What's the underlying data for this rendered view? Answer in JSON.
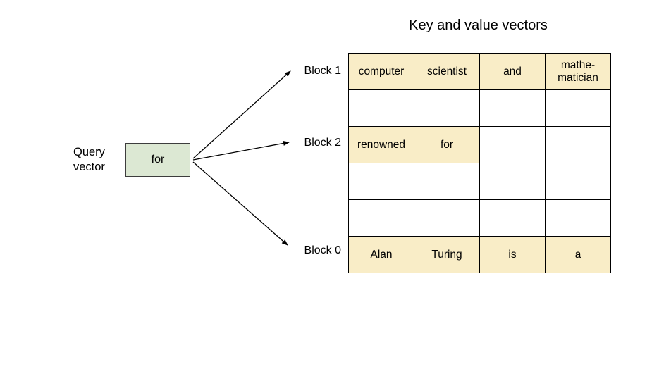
{
  "title": "Key and value vectors",
  "query": {
    "label": "Query\nvector",
    "value": "for"
  },
  "grid": {
    "columns": 4,
    "rows": [
      {
        "label": "Block 1",
        "cells": [
          "computer",
          "scientist",
          "and",
          "mathe-\nmatician"
        ]
      },
      {
        "label": "",
        "cells": [
          "",
          "",
          "",
          ""
        ]
      },
      {
        "label": "Block 2",
        "cells": [
          "renowned",
          "for",
          "",
          ""
        ]
      },
      {
        "label": "",
        "cells": [
          "",
          "",
          "",
          ""
        ]
      },
      {
        "label": "",
        "cells": [
          "",
          "",
          "",
          ""
        ]
      },
      {
        "label": "Block 0",
        "cells": [
          "Alan",
          "Turing",
          "is",
          "a"
        ]
      }
    ]
  },
  "colors": {
    "cell-fill": "#f9edc7",
    "query-fill": "#dce8d3",
    "line": "#000000"
  }
}
